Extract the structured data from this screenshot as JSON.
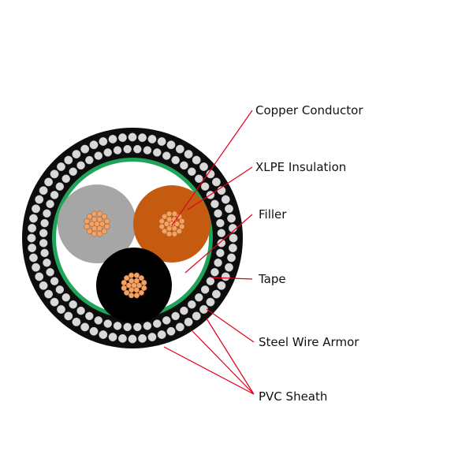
{
  "diagram": {
    "labels": {
      "copper_conductor": "Copper Conductor",
      "xlpe_insulation": "XLPE Insulation",
      "filler": "Filler",
      "tape": "Tape",
      "steel_wire_armor": "Steel Wire Armor",
      "pvc_sheath": "PVC Sheath"
    },
    "colors": {
      "sheath": "#0d0d0d",
      "armor_wire": "#d9d9d9",
      "tape": "#1fa45a",
      "filler": "#ffffff",
      "insulation_gray": "#a6a6a6",
      "insulation_brown": "#c55a11",
      "insulation_black": "#000000",
      "copper": "#f4a261",
      "copper_edge": "#a0522d",
      "leader": "#e3001b"
    }
  }
}
